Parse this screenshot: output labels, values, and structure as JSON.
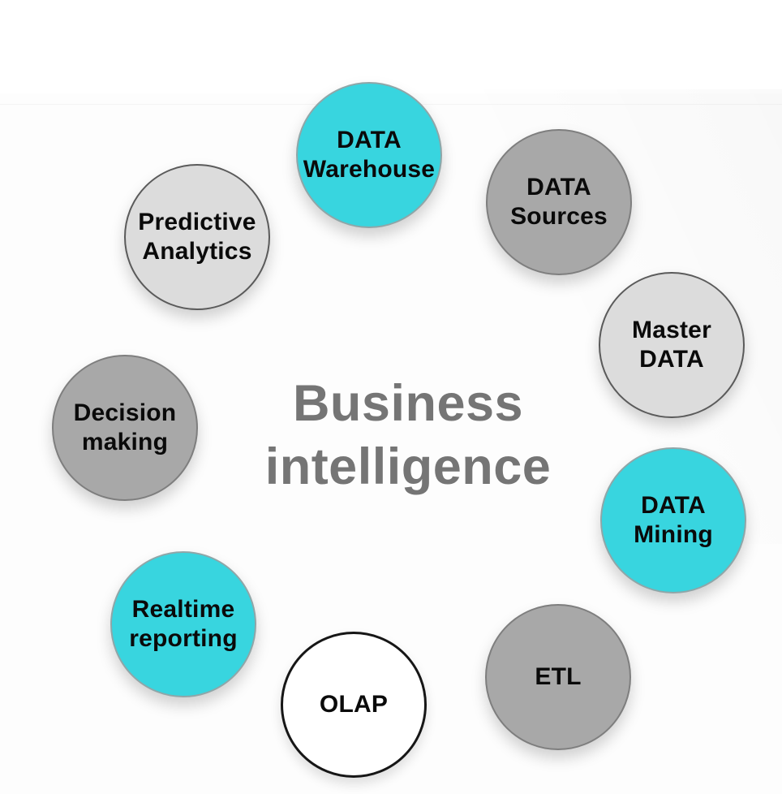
{
  "title": {
    "line1": "Business",
    "line2": "intelligence"
  },
  "colors": {
    "cyan": "#38d5df",
    "gray": "#a8a8a8",
    "light_gray": "#dcdcdc",
    "white": "#ffffff",
    "title_text": "#757575",
    "node_text": "#0a0a0a"
  },
  "nodes": [
    {
      "id": "data-warehouse",
      "label": "DATA\nWarehouse",
      "fill": "cyan"
    },
    {
      "id": "data-sources",
      "label": "DATA\nSources",
      "fill": "gray"
    },
    {
      "id": "master-data",
      "label": "Master\nDATA",
      "fill": "light_gray"
    },
    {
      "id": "data-mining",
      "label": "DATA\nMining",
      "fill": "cyan"
    },
    {
      "id": "etl",
      "label": "ETL",
      "fill": "gray"
    },
    {
      "id": "olap",
      "label": "OLAP",
      "fill": "white"
    },
    {
      "id": "realtime-reporting",
      "label": "Realtime\nreporting",
      "fill": "cyan"
    },
    {
      "id": "decision-making",
      "label": "Decision\nmaking",
      "fill": "gray"
    },
    {
      "id": "predictive-analytics",
      "label": "Predictive\nAnalytics",
      "fill": "light_gray"
    }
  ]
}
